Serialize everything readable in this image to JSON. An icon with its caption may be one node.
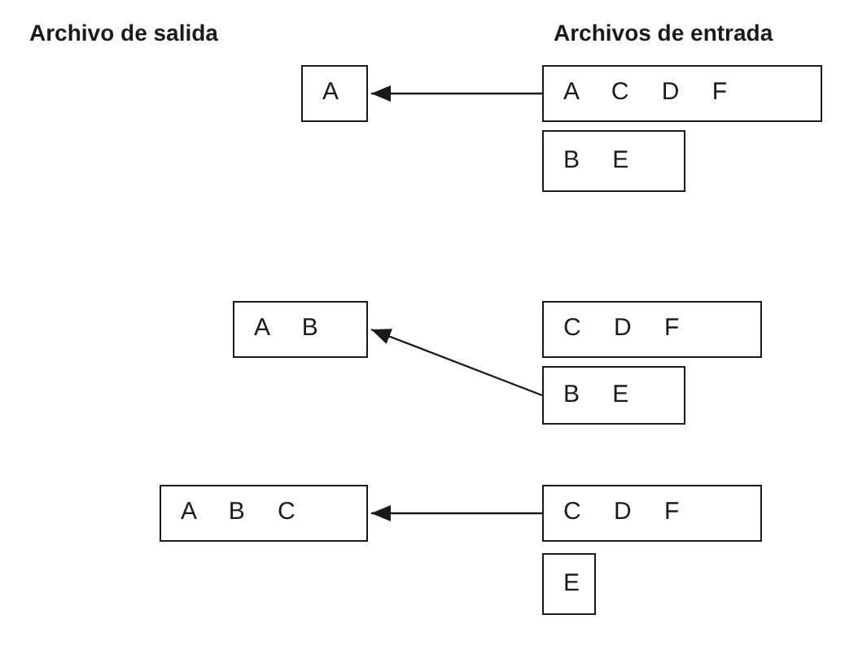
{
  "diagram": {
    "nodes": [
      {
        "text": [
          "A"
        ]
      },
      {
        "text": [
          "A C D F"
        ]
      },
      {
        "text": [
          "B E"
        ]
      },
      {
        "text": [
          "A B"
        ]
      },
      {
        "text": [
          "C D F"
        ]
      },
      {
        "text": [
          "B E"
        ]
      },
      {
        "text": [
          "A B C"
        ]
      },
      {
        "text": [
          "C D F"
        ]
      },
      {
        "text": [
          "E"
        ]
      }
    ],
    "edges": [
      {
        "from": 1,
        "to": 0,
        "arrow": "to"
      },
      {
        "from": 5,
        "to": 3,
        "arrow": "to"
      },
      {
        "from": 7,
        "to": 6,
        "arrow": "to"
      }
    ],
    "labels": [
      "Archivo de salida",
      "Archivos de entrada"
    ]
  }
}
